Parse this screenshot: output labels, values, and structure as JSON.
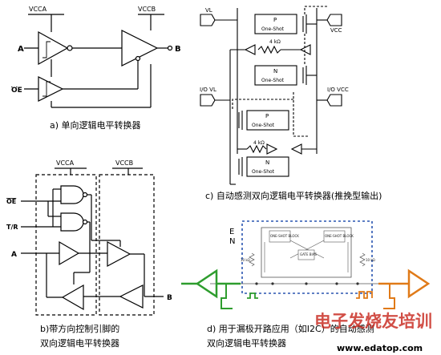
{
  "panel_a": {
    "vcca": "VCCA",
    "vccb": "VCCB",
    "in_a": "A",
    "in_oe": "OE",
    "out_b": "B",
    "caption": "a) 单向逻辑电平转换器"
  },
  "panel_b": {
    "vcca": "VCCA",
    "vccb": "VCCB",
    "in_oe": "OE",
    "in_tr": "T/R",
    "in_a": "A",
    "out_b": "B",
    "caption_line1": "b)带方向控制引脚的",
    "caption_line2": "双向逻辑电平转换器"
  },
  "panel_c": {
    "vl": "VL",
    "vcc": "VCC",
    "p_label": "P",
    "oneshot_top": "One-Shot",
    "resistor_top": "4 kΩ",
    "n_label": "N",
    "oneshot_n": "One-Shot",
    "io_vl": "I/O VL",
    "io_vcc": "I/O VCC",
    "p_label2": "P",
    "oneshot_mid": "One-Shot",
    "resistor_bottom": "4 kΩ",
    "n_label2": "N",
    "oneshot_bottom": "One-Shot",
    "caption": "c) 自动感测双向逻辑电平转换器(推挽型输出)"
  },
  "panel_d": {
    "label_e": "E",
    "label_n": "N",
    "oneshot_left": "ONE-SHOT BLOCK",
    "oneshot_right": "ONE-SHOT BLOCK",
    "gate_bias": "GATE BIAS",
    "r_left": "10 kΩ",
    "r_right": "10 kΩ",
    "caption_line1": "d) 用于漏极开路应用（如I2C）的自动感测",
    "caption_line2": "双向逻辑电平转换器"
  },
  "watermark": {
    "main": "电子发烧友培训",
    "url": "www.edatop.com"
  },
  "colors": {
    "wire": "#000000",
    "green": "#2e9d2e",
    "orange": "#e07a18",
    "blue_dash": "#2a55b0",
    "watermark_red": "#c8281e",
    "watermark_gray": "#8a8a8a"
  }
}
